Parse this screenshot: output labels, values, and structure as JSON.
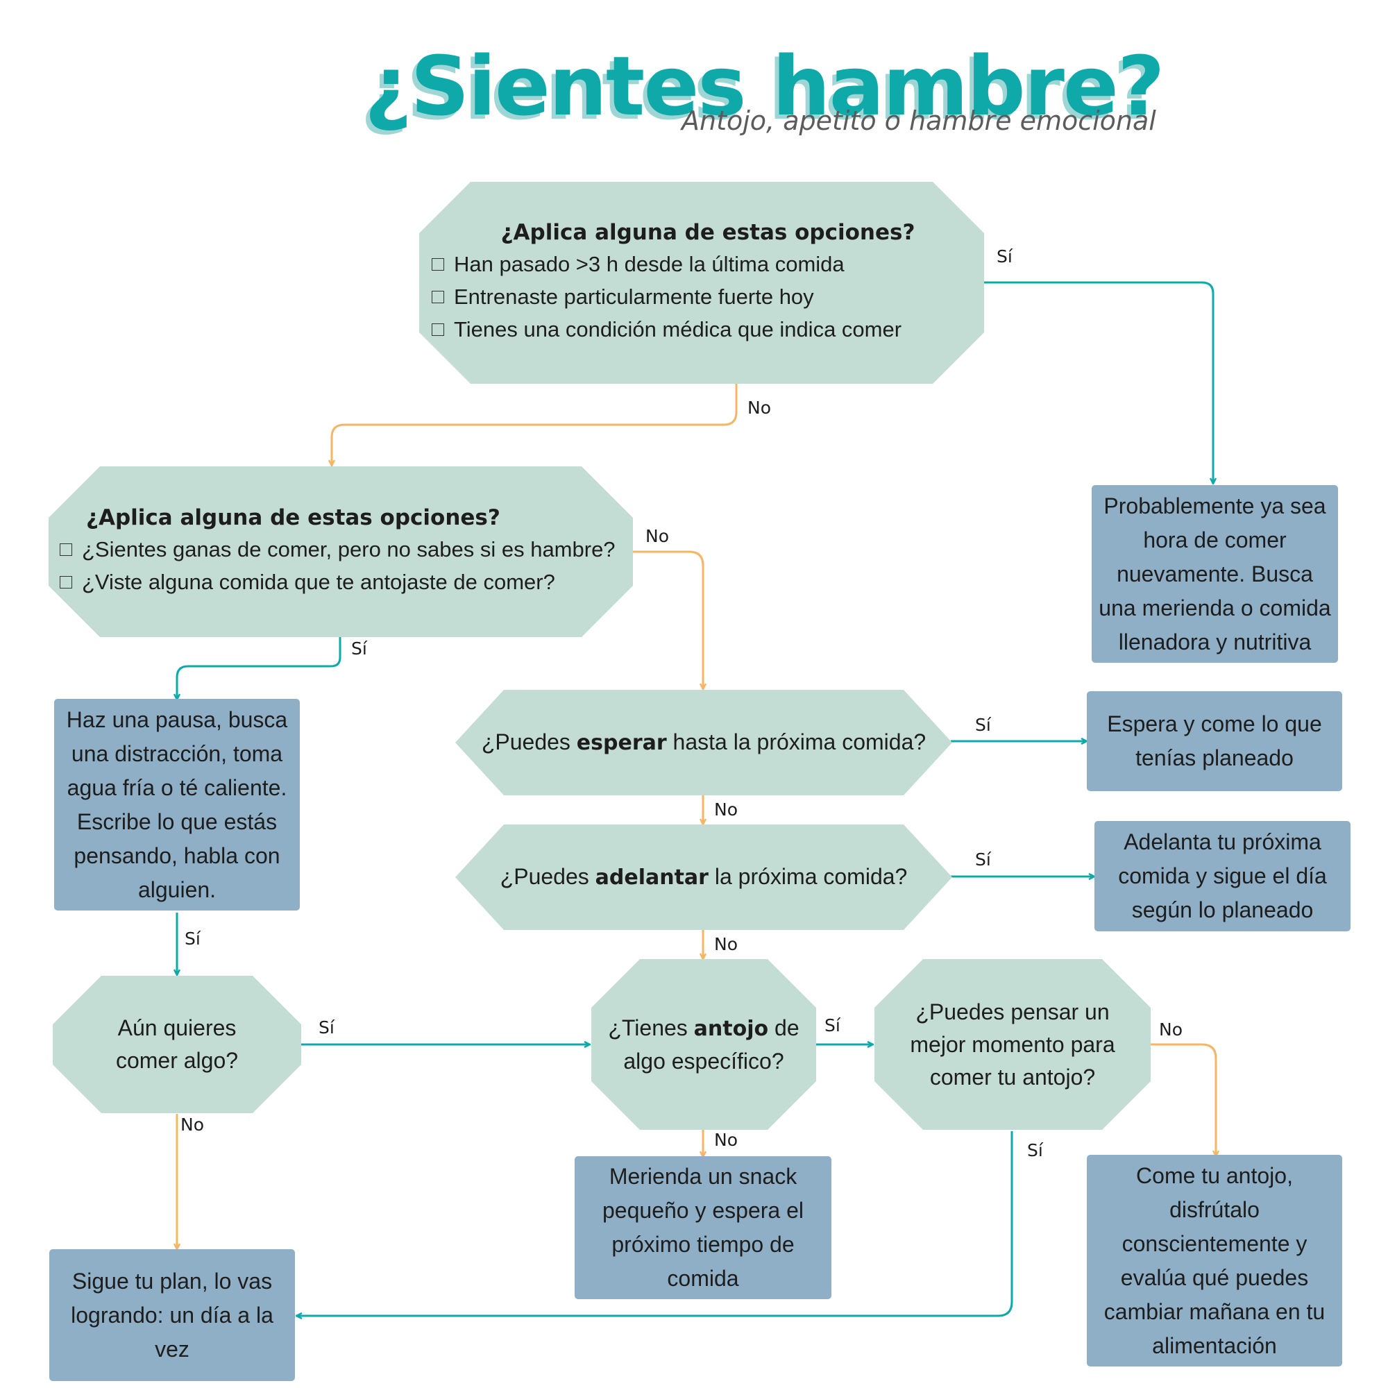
{
  "header": {
    "title": "¿Sientes hambre?",
    "subtitle": "Antojo, apetito o hambre emocional"
  },
  "colors": {
    "teal": "#0fa9aa",
    "orange": "#f5b563",
    "decision": "#c4ddd4",
    "outcome": "#8eafc6"
  },
  "q1": {
    "title": "¿Aplica alguna de estas opciones?",
    "options": [
      "Han pasado >3 h desde la última comida",
      "Entrenaste particularmente fuerte hoy",
      "Tienes una condición médica que indica comer"
    ]
  },
  "q2": {
    "title": "¿Aplica alguna de estas opciones?",
    "options": [
      "¿Sientes ganas de comer, pero no sabes si es hambre?",
      "¿Viste alguna comida que te antojaste de comer?"
    ]
  },
  "q_wait": {
    "pre": "¿Puedes ",
    "bold": "esperar",
    "post": " hasta la próxima comida?"
  },
  "q_advance": {
    "pre": "¿Puedes ",
    "bold": "adelantar",
    "post": " la próxima comida?"
  },
  "q_craving": {
    "pre": "¿Tienes ",
    "bold": "antojo",
    "post": " de algo específico?"
  },
  "q_better": {
    "text": "¿Puedes pensar un mejor momento para comer tu antojo?"
  },
  "q_still": {
    "text": "Aún quieres comer algo?"
  },
  "outcomes": {
    "eat_now": "Probablemente ya sea hora de comer nuevamente. Busca una merienda o comida llenadora y nutritiva",
    "pause": "Haz una pausa, busca una distracción, toma agua fría o té caliente. Escribe lo que estás pensando, habla con alguien.",
    "wait": "Espera y come lo que tenías planeado",
    "advance": "Adelanta tu próxima comida y sigue el día según lo planeado",
    "snack": "Merienda un snack pequeño y espera el próximo tiempo de comida",
    "plan": "Sigue tu plan, lo vas logrando: un día a la vez",
    "enjoy": "Come tu antojo, disfrútalo conscientemente y evalúa qué puedes cambiar mañana en tu alimentación"
  },
  "labels": {
    "yes": "Sí",
    "no": "No"
  }
}
